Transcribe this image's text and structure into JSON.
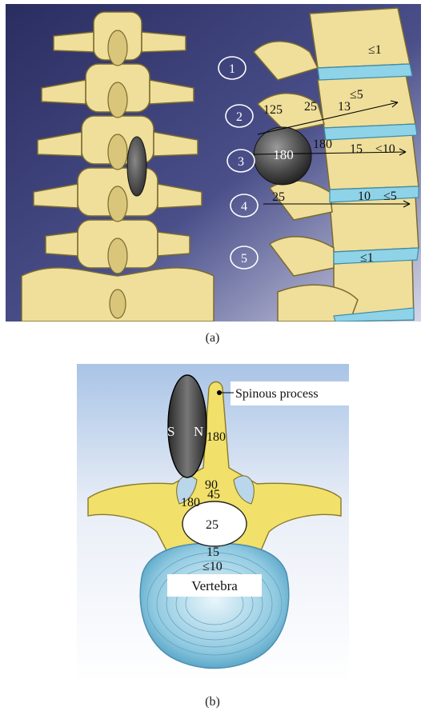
{
  "panel_a": {
    "caption": "(a)",
    "level_numbers": [
      "1",
      "2",
      "3",
      "4",
      "5"
    ],
    "labels": {
      "le1_top": "≤1",
      "le5_upper": "≤5",
      "v125": "125",
      "v25_upper": "25",
      "v13": "13",
      "v180_circle": "180",
      "v180_right": "180",
      "v15": "15",
      "le10": "≤10",
      "v25_lower": "25",
      "v10": "10",
      "le5_lower": "≤5",
      "le1_bottom": "≤1"
    }
  },
  "panel_b": {
    "caption": "(b)",
    "spinous_process": "Spinous process",
    "s_label": "S",
    "n_label": "N",
    "v180_right": "180",
    "v90": "90",
    "v180_left": "180",
    "v45": "45",
    "v25": "25",
    "v15": "15",
    "le10": "≤10",
    "vertebra": "Vertebra"
  },
  "colors": {
    "bone": "#efdf9a",
    "bone_outline": "#7a6a30",
    "disc": "#8fd3e8",
    "background_dark": "#2c2f63",
    "tumor": "#4a4a4a"
  }
}
